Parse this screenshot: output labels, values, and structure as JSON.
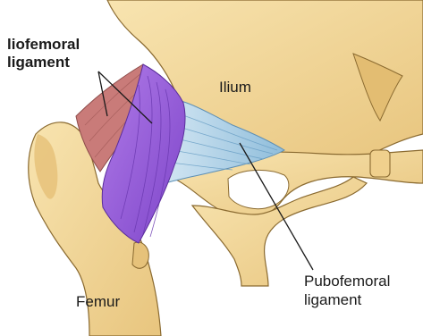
{
  "labels": {
    "iliofemoral_line1": "liofemoral",
    "iliofemoral_line2": "ligament",
    "ilium": "Ilium",
    "femur": "Femur",
    "pubofemoral_line1": "Pubofemoral",
    "pubofemoral_line2": "ligament"
  },
  "colors": {
    "bone": "#f3d79a",
    "bone_shadow": "#d9b46a",
    "bone_outline": "#8a6a30",
    "iliofemoral_lateral": "#c97b79",
    "iliofemoral_medial": "#9a62dd",
    "pubofemoral": "#a9cfe6",
    "leader_line": "#1a1a1a"
  }
}
